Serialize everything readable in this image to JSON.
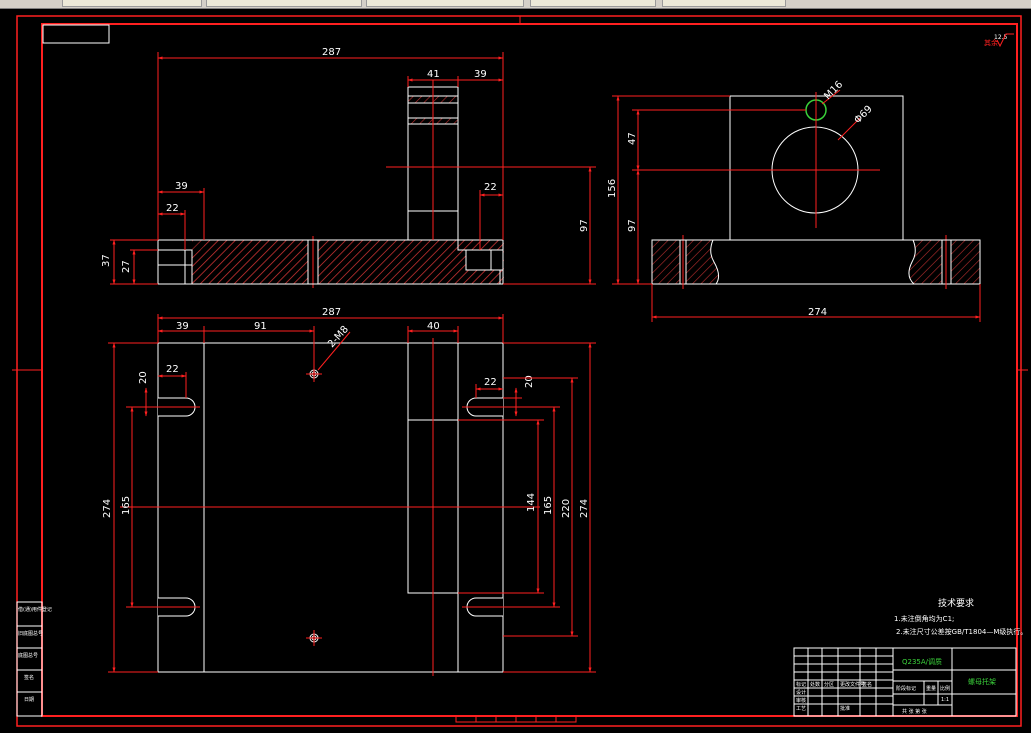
{
  "drawing": {
    "roughness_mark": "12.5",
    "roughness_note": "其余",
    "front_view": {
      "overall_width": "287",
      "upright_left": "41",
      "upright_right": "39",
      "left_step_outer": "39",
      "left_step_inner": "22",
      "right_step": "22",
      "height_total_left": "37",
      "height_base": "27",
      "height_right": "97"
    },
    "side_view": {
      "thread_label": "M16",
      "bore_label": "Φ69",
      "height_upper": "47",
      "height_total": "156",
      "height_lower": "97",
      "base_width": "274"
    },
    "top_view": {
      "overall_width": "287",
      "seg_39": "39",
      "seg_91": "91",
      "hole_label": "2-M8",
      "block_width": "40",
      "left_slot_height": "20",
      "left_slot_width": "22",
      "right_slot_width": "22",
      "right_slot_height": "20",
      "left_total": "274",
      "left_slot_span": "165",
      "right_144": "144",
      "right_165": "165",
      "right_220": "220",
      "right_274": "274"
    },
    "notes": {
      "title": "技术要求",
      "line1": "1.未注倒角均为C1;",
      "line2": "2.未注尺寸公差按GB/T1804—M级执行。"
    },
    "title_block": {
      "material": "Q235A/调质",
      "part_name": "螺母托架",
      "scale": "1:1",
      "row_labels": [
        "标记",
        "处数",
        "分区",
        "更改文件号",
        "签名"
      ],
      "design_label": "设计",
      "stage_label": "阶段标记",
      "weight_label": "重量",
      "ratio_label": "比例",
      "review_label": "审核",
      "process_label": "工艺",
      "approve_label": "批准",
      "sheet_label": "共 张 第 张"
    },
    "left_strip": [
      "借(通)用件登记",
      "旧底图总号",
      "底图总号",
      "签名",
      "日期"
    ]
  },
  "colors": {
    "background": "#000000",
    "line": "#ffffff",
    "dimension": "#ff2020",
    "hatch": "#c03030",
    "highlight": "#3ad13a"
  }
}
